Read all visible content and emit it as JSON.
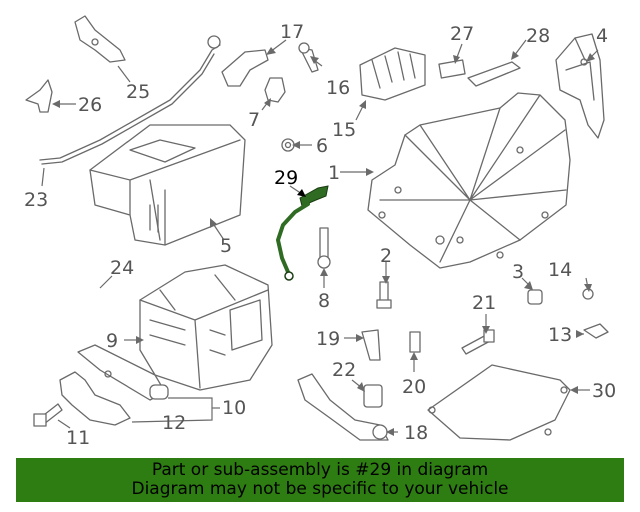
{
  "diagram": {
    "highlighted_part": "29",
    "callouts": [
      "1",
      "2",
      "3",
      "4",
      "5",
      "6",
      "7",
      "8",
      "9",
      "10",
      "11",
      "12",
      "13",
      "14",
      "15",
      "16",
      "17",
      "18",
      "19",
      "20",
      "21",
      "22",
      "23",
      "24",
      "25",
      "26",
      "27",
      "28",
      "29",
      "30"
    ]
  },
  "banner": {
    "line1": "Part or sub-assembly is #29 in diagram",
    "line2": "Diagram may not be specific to your vehicle",
    "color": "#2e7d12"
  }
}
